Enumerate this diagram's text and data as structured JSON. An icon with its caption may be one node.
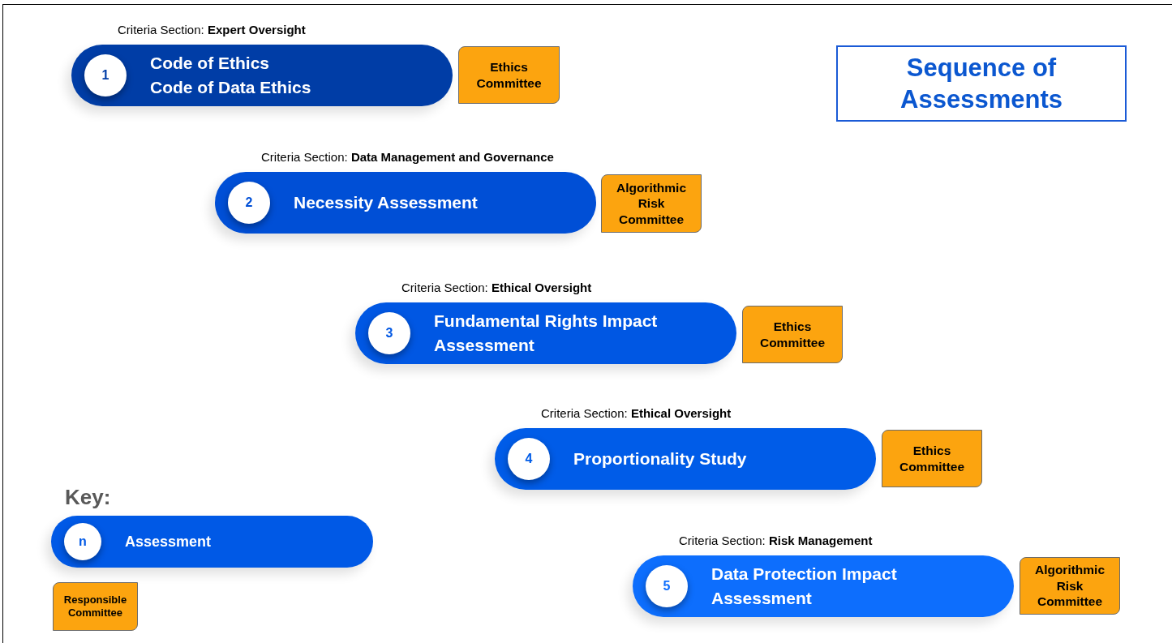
{
  "diagram": {
    "nodes": [
      {
        "text": [
          "1",
          "Code of Ethics",
          "Code of Data Ethics"
        ],
        "beside": [
          "Criteria Section: **Expert Oversight**"
        ]
      },
      {
        "text": [
          "Ethics Committee"
        ]
      },
      {
        "text": [
          "Sequence of Assessments"
        ]
      },
      {
        "text": [
          "2",
          "Necessity Assessment"
        ],
        "beside": [
          "Criteria Section: **Data Management and Governance**"
        ]
      },
      {
        "text": [
          "Algorithmic Risk Committee"
        ]
      },
      {
        "text": [
          "3",
          "Fundamental Rights Impact Assessment"
        ],
        "beside": [
          "Criteria Section: **Ethical Oversight**"
        ]
      },
      {
        "text": [
          "Ethics Committee"
        ]
      },
      {
        "text": [
          "4",
          "Proportionality Study"
        ],
        "beside": [
          "Criteria Section: **Ethical Oversight**"
        ]
      },
      {
        "text": [
          "Ethics Committee"
        ]
      },
      {
        "text": [
          "n",
          "Assessment"
        ]
      },
      {
        "text": [
          "5",
          "Data Protection Impact Assessment"
        ],
        "beside": [
          "Criteria Section: **Risk Management**"
        ]
      },
      {
        "text": [
          "Algorithmic Risk Committee"
        ]
      },
      {
        "text": [
          "Responsible Committee"
        ]
      }
    ],
    "labels": [
      "Key:"
    ]
  }
}
